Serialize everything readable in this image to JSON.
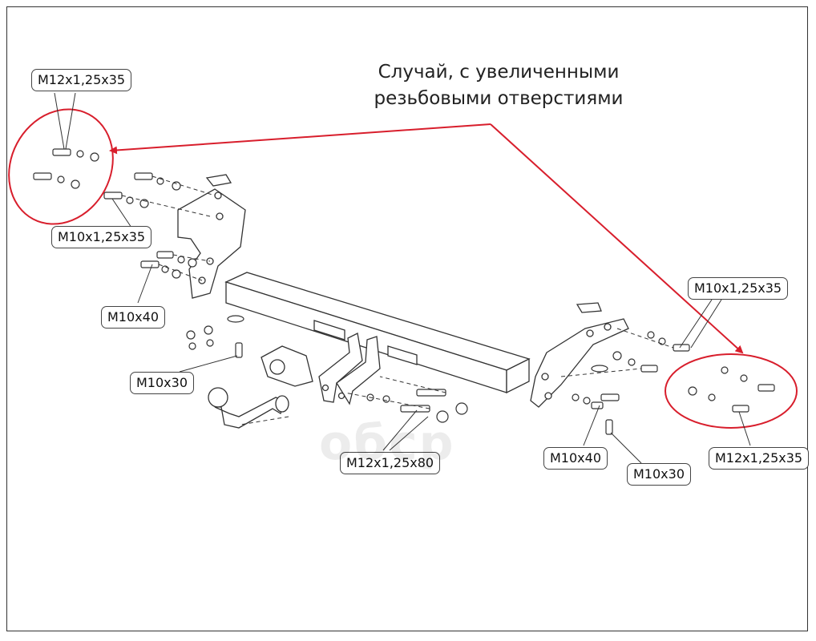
{
  "note": {
    "line1": "Случай, с увеличенными",
    "line2": "резьбовыми отверстиями"
  },
  "labels": {
    "m12_top_left": "M12x1,25x35",
    "m10x125_left": "M10x1,25x35",
    "m10x40_left": "M10x40",
    "m10x30_left": "M10x30",
    "m12x80_center": "M12x1,25x80",
    "m10x40_right": "M10x40",
    "m10x30_right": "M10x30",
    "m10x125_right": "M10x1,25x35",
    "m12_bottom_right": "M12x1,25x35"
  },
  "watermark": "oбсp",
  "colors": {
    "highlight": "#d81e2c",
    "line": "#333333"
  }
}
